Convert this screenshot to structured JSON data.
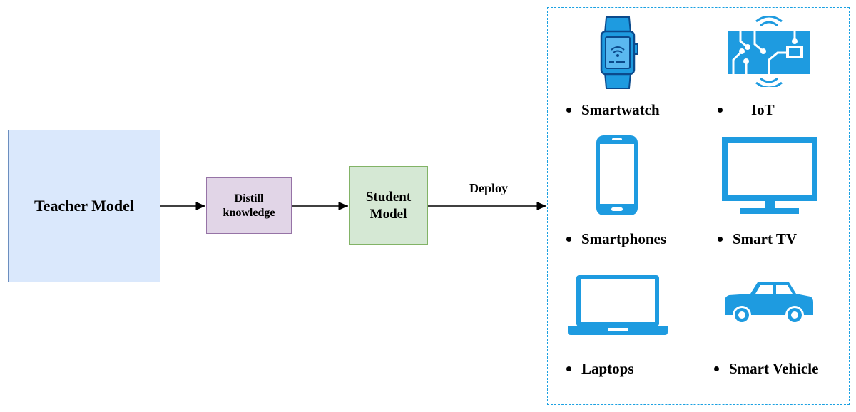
{
  "teacher_model": {
    "label": "Teacher Model"
  },
  "distill": {
    "label": "Distill knowledge"
  },
  "student_model": {
    "label": "Student Model"
  },
  "deploy_label": "Deploy",
  "devices": [
    {
      "label": "Smartwatch",
      "icon": "smartwatch-icon"
    },
    {
      "label": "IoT",
      "icon": "iot-chip-icon"
    },
    {
      "label": "Smartphones",
      "icon": "smartphone-icon"
    },
    {
      "label": "Smart TV",
      "icon": "smart-tv-icon"
    },
    {
      "label": "Laptops",
      "icon": "laptop-icon"
    },
    {
      "label": "Smart Vehicle",
      "icon": "car-icon"
    }
  ],
  "colors": {
    "teacher_fill": "#dae8fc",
    "distill_fill": "#e1d5e7",
    "student_fill": "#d5e8d4",
    "icon_blue": "#1e9be0",
    "dashed_border": "#1ba1e2"
  }
}
